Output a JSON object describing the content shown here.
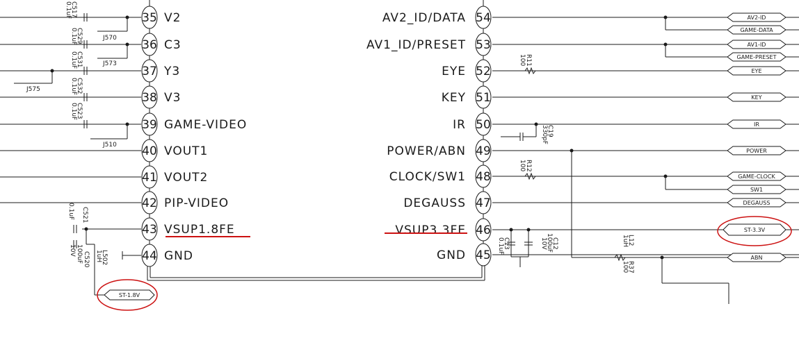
{
  "left_pins": [
    {
      "num": "35",
      "label": "V2"
    },
    {
      "num": "36",
      "label": "C3"
    },
    {
      "num": "37",
      "label": "Y3"
    },
    {
      "num": "38",
      "label": "V3"
    },
    {
      "num": "39",
      "label": "GAME-VIDEO"
    },
    {
      "num": "40",
      "label": "VOUT1"
    },
    {
      "num": "41",
      "label": "VOUT2"
    },
    {
      "num": "42",
      "label": "PIP-VIDEO"
    },
    {
      "num": "43",
      "label": "VSUP1.8FE"
    },
    {
      "num": "44",
      "label": "GND"
    }
  ],
  "right_pins": [
    {
      "num": "54",
      "label": "AV2_ID/DATA"
    },
    {
      "num": "53",
      "label": "AV1_ID/PRESET"
    },
    {
      "num": "52",
      "label": "EYE"
    },
    {
      "num": "51",
      "label": "KEY"
    },
    {
      "num": "50",
      "label": "IR"
    },
    {
      "num": "49",
      "label": "POWER/ABN"
    },
    {
      "num": "48",
      "label": "CLOCK/SW1"
    },
    {
      "num": "47",
      "label": "DEGAUSS"
    },
    {
      "num": "46",
      "label": "VSUP3.3FE"
    },
    {
      "num": "45",
      "label": "GND"
    }
  ],
  "flags": [
    "AV2-ID",
    "GAME-DATA",
    "AV1-ID",
    "GAME-PRESET",
    "EYE",
    "KEY",
    "IR",
    "POWER",
    "GAME-CLOCK",
    "SW1",
    "DEGAUSS",
    "ST-3.3V",
    "ABN"
  ],
  "st18_flag": "ST-1.8V",
  "caps_left": [
    {
      "ref": "C517",
      "val": "0.1uF"
    },
    {
      "ref": "C529",
      "val": "0.1uF"
    },
    {
      "ref": "C531",
      "val": "0.1uF"
    },
    {
      "ref": "C532",
      "val": "0.1uF"
    },
    {
      "ref": "C523",
      "val": "0.1uF"
    }
  ],
  "jumpers": [
    "J570",
    "J573",
    "J575",
    "J510"
  ],
  "left_bottom": {
    "c521_ref": "C521",
    "c521_val": "0.1uF",
    "c520_ref": "C520",
    "c520_val": "100uF",
    "c520_volt": "10V",
    "l502_ref": "L502",
    "l502_val": "1uH"
  },
  "right_parts": {
    "r11_ref": "R11",
    "r11_val": "100",
    "r12_ref": "R12",
    "r12_val": "100",
    "c19_ref": "C19",
    "c19_val": "330pF",
    "c13_ref": "C13",
    "c13_val": "0.1uF",
    "c12_ref": "C12",
    "c12_val": "100uF",
    "c12_volt": "10V",
    "l12_ref": "L12",
    "l12_val": "1uH",
    "r37_ref": "R37",
    "r37_val": "100"
  },
  "colors": {
    "line": "#1a1a1a",
    "highlight": "#cc1111"
  }
}
